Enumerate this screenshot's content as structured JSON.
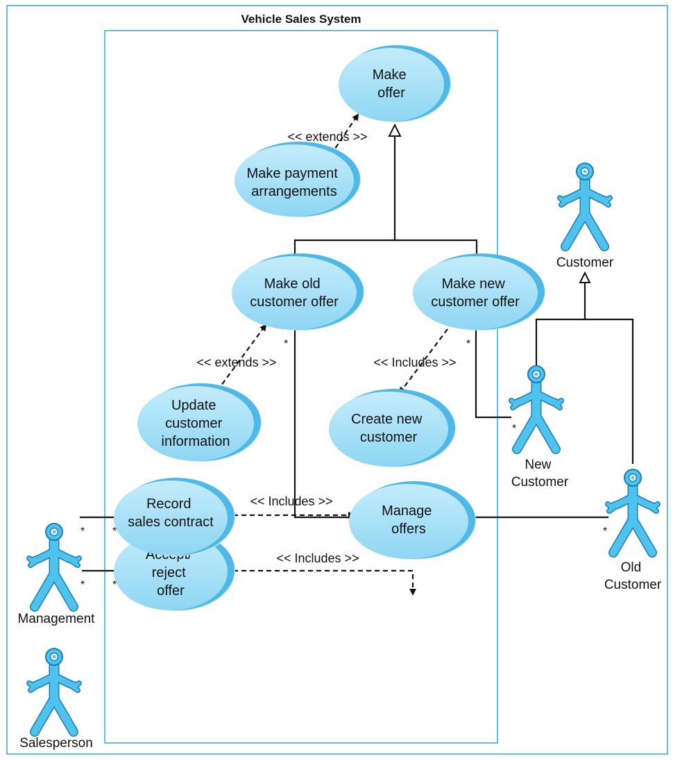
{
  "system_title": "Vehicle Sales System",
  "use_cases": {
    "make_offer": [
      "Make",
      "offer"
    ],
    "make_payment": [
      "Make payment",
      "arrangements"
    ],
    "make_old_offer": [
      "Make old",
      "customer offer"
    ],
    "make_new_offer": [
      "Make new",
      "customer offer"
    ],
    "update_info": [
      "Update",
      "customer",
      "information"
    ],
    "create_new_customer": [
      "Create new",
      "customer"
    ],
    "accept_reject": [
      "Accept/",
      "reject",
      "offer"
    ],
    "record_contract": [
      "Record",
      "sales contract"
    ],
    "manage_offers": [
      "Manage",
      "offers"
    ]
  },
  "actors": {
    "customer": [
      "Customer"
    ],
    "new_customer": [
      "New",
      "Customer"
    ],
    "old_customer": [
      "Old",
      "Customer"
    ],
    "management": [
      "Management"
    ],
    "salesperson": [
      "Salesperson"
    ]
  },
  "relations": {
    "extends_payment": "<< extends >>",
    "extends_update": "<< extends >>",
    "includes_create": "<< Includes >>",
    "includes_accept": "<< Includes >>",
    "includes_record": "<< Includes >>"
  },
  "multiplicity": "*",
  "colors": {
    "use_case_fill": "#9fddf5",
    "use_case_shadow": "#c9ecf9",
    "actor_fill": "#4fc2ee",
    "frame": "#34a9dc"
  }
}
